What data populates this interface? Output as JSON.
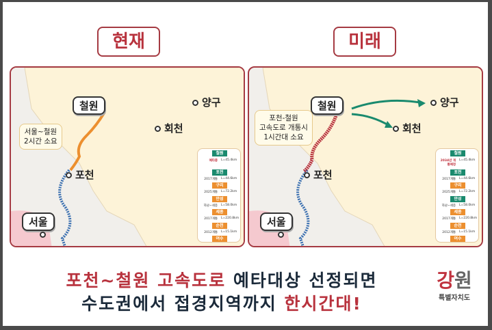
{
  "tabs": {
    "current": "현재",
    "future": "미래"
  },
  "current": {
    "cities": {
      "cheorwon": "철원",
      "yanggu": "양구",
      "hwacheon": "회천",
      "pocheon": "포천",
      "seoul": "서울"
    },
    "note": [
      "서울~철원",
      "2시간 소요"
    ],
    "legend": [
      {
        "station": "철원",
        "color": "#1a8a6e",
        "year": "",
        "len": ""
      },
      {
        "station": "",
        "color": "",
        "year": "예타중",
        "len": "L=45.4km",
        "status": true
      },
      {
        "station": "포천",
        "color": "#1a8a6e",
        "year": "2017개통",
        "len": "L=44.6km"
      },
      {
        "station": "구리",
        "color": "#ec8f2f",
        "year": "2025개통",
        "len": "L=72.2km"
      },
      {
        "station": "안성",
        "color": "#ec8f2f",
        "year": "하남~세종",
        "len": "L=58.0km"
      },
      {
        "station": "세종",
        "color": "#ec8f2f",
        "year": "2017개통",
        "len": "L=220.8km"
      },
      {
        "station": "순천",
        "color": "#ec8f2f",
        "year": "2012개통",
        "len": "L=15.1km"
      },
      {
        "station": "여수",
        "color": "#ec8f2f",
        "year": "",
        "len": ""
      }
    ]
  },
  "future": {
    "cities": {
      "cheorwon": "철원",
      "yanggu": "양구",
      "hwacheon": "회천",
      "pocheon": "포천",
      "seoul": "서울"
    },
    "note": [
      "포천-철원",
      "고속도로 개통시",
      "1시간대 소요"
    ],
    "legend": [
      {
        "station": "철원",
        "color": "#1a8a6e",
        "year": "",
        "len": ""
      },
      {
        "station": "",
        "color": "",
        "year": "2034년 개통예정",
        "len": "L=45.4km",
        "status": true
      },
      {
        "station": "포천",
        "color": "#1a8a6e",
        "year": "2017개통",
        "len": "L=44.6km"
      },
      {
        "station": "구리",
        "color": "#ec8f2f",
        "year": "2025개통",
        "len": "L=72.2km"
      },
      {
        "station": "안성",
        "color": "#1a8a6e",
        "year": "하남~세종",
        "len": "L=58.0km"
      },
      {
        "station": "세종",
        "color": "#ec8f2f",
        "year": "2017개통",
        "len": "L=220.8km"
      },
      {
        "station": "순천",
        "color": "#ec8f2f",
        "year": "2012개통",
        "len": "L=15.1km"
      },
      {
        "station": "여수",
        "color": "#ec8f2f",
        "year": "",
        "len": ""
      }
    ]
  },
  "headline": {
    "line1_red": "포천~철원 고속도로",
    "line1_dark": " 예타대상 선정되면",
    "line2_dark": "수도권에서 접경지역까지 ",
    "line2_red": "한시간대!"
  },
  "logo": {
    "text": "강원",
    "sub": "특별자치도"
  },
  "colors": {
    "border": "#a53a42",
    "accent_red": "#b8323d",
    "navy": "#1b2a3a",
    "route_current": "#ec8f2f",
    "route_future": "#b8323d",
    "route_existing": "#3a6fb0",
    "arrow": "#1a8a6e",
    "land": "#fdf3d8"
  }
}
